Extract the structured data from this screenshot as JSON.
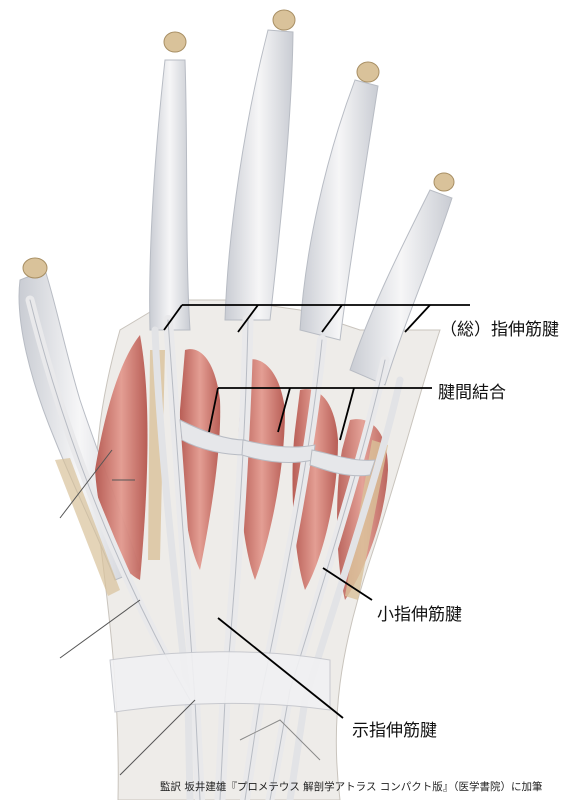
{
  "labels": {
    "extensor_digitorum_tendons": "（総）指伸筋腱",
    "intertendinous_connections": "腱間結合",
    "extensor_digiti_minimi_tendon": "小指伸筋腱",
    "extensor_indicis_tendon": "示指伸筋腱"
  },
  "credit": "監訳 坂井建雄『プロメテウス 解剖学アトラス コンパクト版』（医学書院）に加筆",
  "colors": {
    "background": "#ffffff",
    "skin": "#f3f0ec",
    "tendon": "#e9e9eb",
    "tendon_shadow": "#b8bcc4",
    "muscle": "#d77d72",
    "muscle_dark": "#b5564e",
    "bone": "#d9c29a",
    "leader_line": "#000000"
  }
}
